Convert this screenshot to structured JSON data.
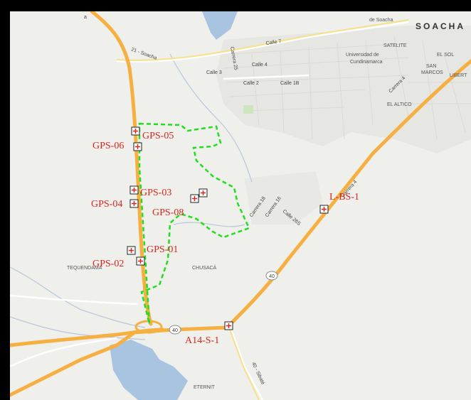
{
  "map": {
    "places": {
      "city": "SOACHA",
      "soacha_area": "de Soacha",
      "satelite": "SATELITE",
      "university_line1": "Universidad de",
      "university_line2": "Cundinamarca",
      "el_sol": "EL SOL",
      "san_marcos_line1": "SAN",
      "san_marcos_line2": "MARCOS",
      "libertad": "LIBERT",
      "el_altico": "EL ALTICO",
      "chusaca": "CHUSACÁ",
      "tequendama": "TEQUENDAMA",
      "eternit": "ETERNIT"
    },
    "roads": {
      "calle7": "Calle 7",
      "soacha21": "21 - Soacha",
      "carrera25": "Carrera 25",
      "calle4": "Calle 4",
      "calle3": "Calle 3",
      "calle2": "Calle 2",
      "calle1b": "Calle 1B",
      "carrera4_top": "Carrera 4",
      "carrera4_mid": "Carrera 4",
      "carrera18": "Carrera 18",
      "carrera16": "Carrera 16",
      "calle26s": "Calle 26S",
      "route40_a": "40",
      "route40_b": "40",
      "sibate": "40 - Sibaté",
      "top_left_fragment": "a"
    },
    "stations": {
      "gps05": "GPS-05",
      "gps06": "GPS-06",
      "gps03": "GPS-03",
      "gps04": "GPS-04",
      "gps08": "GPS-08",
      "gps01": "GPS-01",
      "gps02": "GPS-02",
      "bs1": "L-BS-1",
      "a14s1": "A14-S-1"
    },
    "colors": {
      "background": "#efefec",
      "water": "#a8c4e0",
      "highway": "#f5b041",
      "boundary": "#22dd22",
      "station_label": "#d9261c"
    }
  }
}
